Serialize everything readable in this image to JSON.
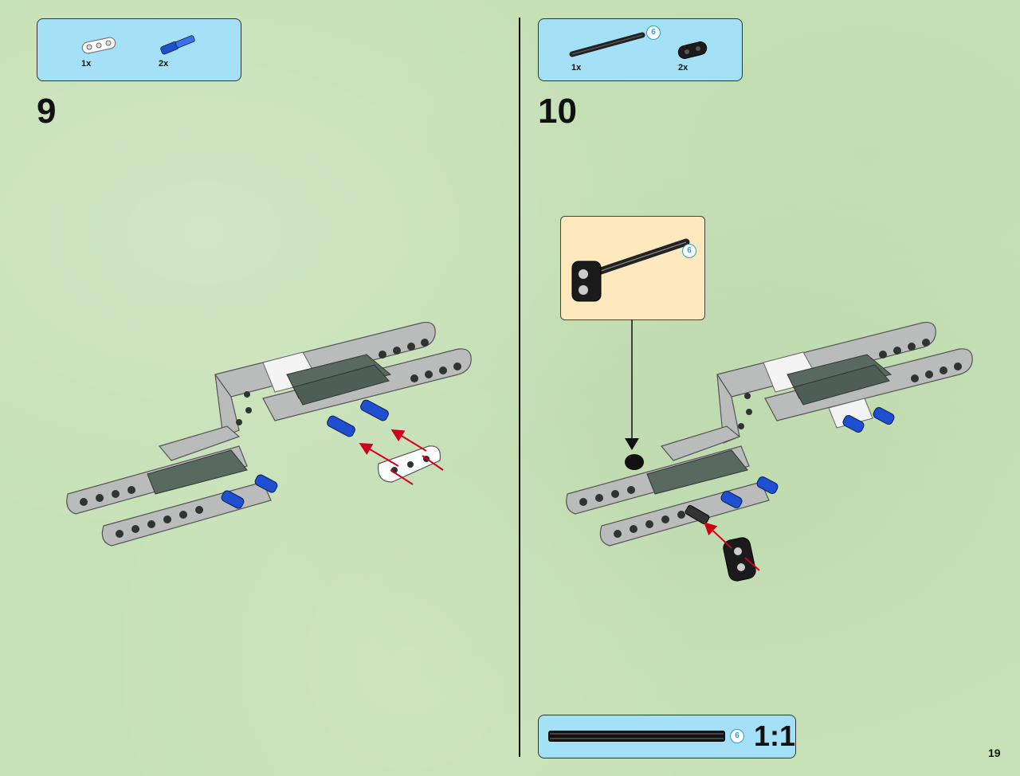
{
  "steps": [
    {
      "number": "9",
      "parts": [
        {
          "icon": "white-beam-3-icon",
          "qty": "1x"
        },
        {
          "icon": "blue-axle-pin-icon",
          "qty": "2x"
        }
      ]
    },
    {
      "number": "10",
      "parts": [
        {
          "icon": "black-axle-6-icon",
          "qty": "1x",
          "length": "6"
        },
        {
          "icon": "black-beam-2-icon",
          "qty": "2x"
        }
      ],
      "callout_length": "6"
    }
  ],
  "scale": {
    "length": "6",
    "label": "1:1"
  },
  "page_number": "19",
  "colors": {
    "background": "#c7e1b7",
    "parts_box": "#a5e1f6",
    "callout": "#fde9bd",
    "arrow": "#d0021b",
    "beam_gray": "#b9bcbb",
    "dark_green_beam": "#586a60",
    "blue_pin": "#1f4fd1"
  }
}
